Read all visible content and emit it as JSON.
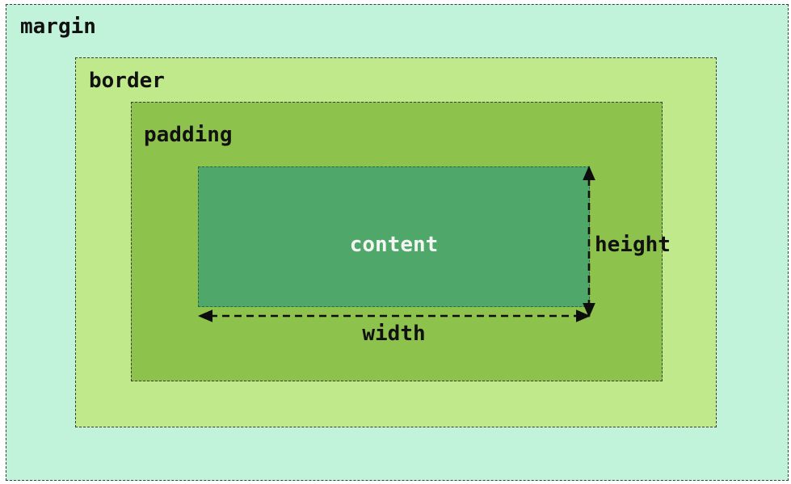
{
  "boxes": {
    "margin": {
      "label": "margin",
      "bg": "#c1f2da"
    },
    "border": {
      "label": "border",
      "bg": "#bfe98b"
    },
    "padding": {
      "label": "padding",
      "bg": "#8dc24c"
    },
    "content": {
      "label": "content",
      "bg": "#4fa76a"
    }
  },
  "arrows": {
    "width": {
      "label": "width"
    },
    "height": {
      "label": "height"
    }
  },
  "colors": {
    "page_bg": "#ffffff",
    "box_dash": "#3c3c3c",
    "label_text": "#111111",
    "content_text": "#f3f5f3",
    "arrow": "#0d0d0d"
  }
}
